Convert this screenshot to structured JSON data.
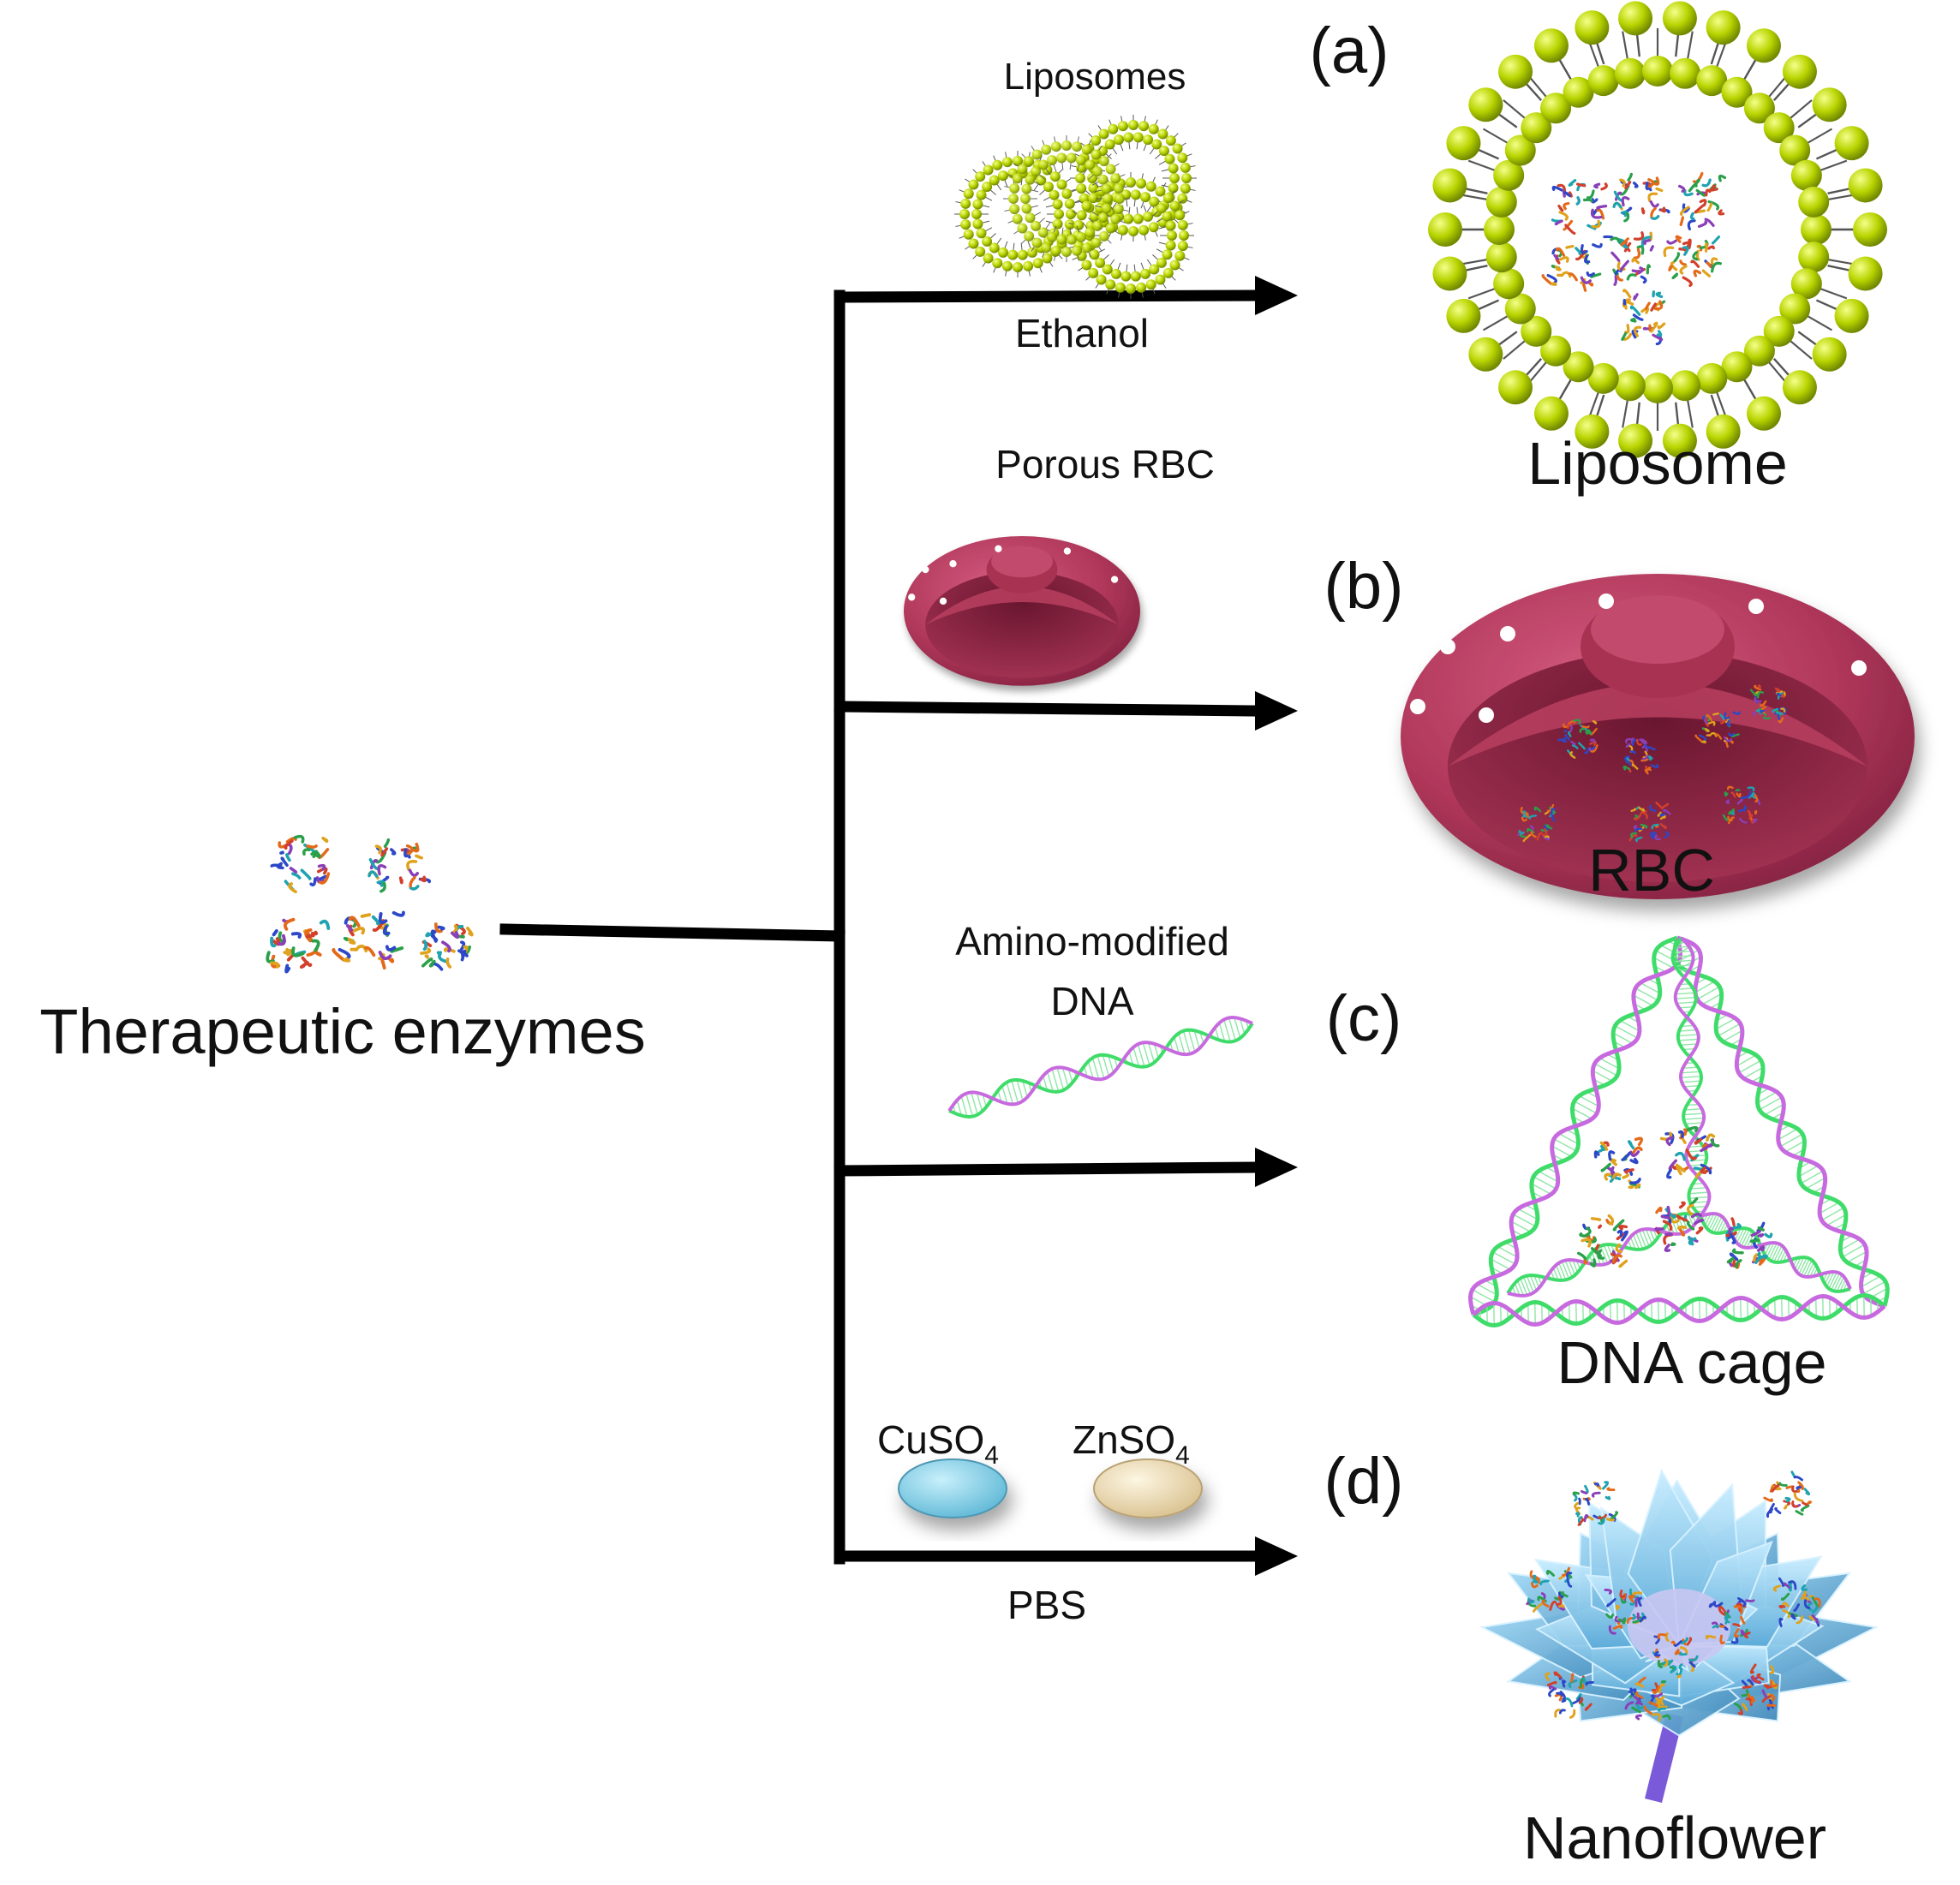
{
  "source": {
    "label": "Therapeutic enzymes"
  },
  "routes": [
    {
      "panel": "(a)",
      "reagent_label": "Liposomes",
      "condition_label": "Ethanol",
      "product_label": "Liposome"
    },
    {
      "panel": "(b)",
      "reagent_label": "Porous RBC",
      "condition_label": "",
      "product_label": "RBC"
    },
    {
      "panel": "(c)",
      "reagent_label_line1": "Amino-modified",
      "reagent_label_line2": "DNA",
      "condition_label": "",
      "product_label": "DNA cage"
    },
    {
      "panel": "(d)",
      "reagent_1": {
        "formula": "CuSO",
        "subscript": "4"
      },
      "reagent_2": {
        "formula": "ZnSO",
        "subscript": "4"
      },
      "condition_label": "PBS",
      "product_label": "Nanoflower"
    }
  ],
  "colors": {
    "arrow": "#000000",
    "lipid_head": "#b8d400",
    "rbc": "#b0375a",
    "rbc_inner": "#7c1e3a",
    "dna_strand_1": "#3fdc6a",
    "dna_strand_2": "#c86adf",
    "cuso4_pellet": "#8dd6ec",
    "znso4_pellet": "#f2e2bb",
    "petal": "#8ecdf0"
  },
  "icons": [
    "enzyme-cluster-icon",
    "liposome-icon",
    "rbc-icon",
    "dna-helix-icon",
    "dna-cage-icon",
    "nanoflower-icon"
  ]
}
